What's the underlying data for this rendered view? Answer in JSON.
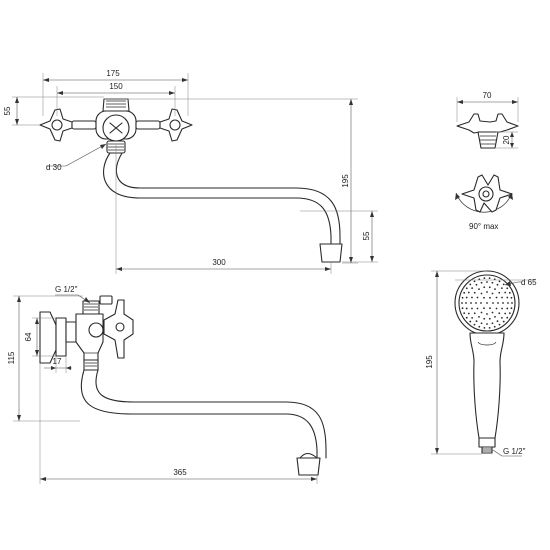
{
  "dimensions": {
    "top_width_outer": "175",
    "top_width_inner": "150",
    "top_height_left": "55",
    "top_flange_dia": "d 30",
    "top_height_right": "195",
    "top_spout_drop": "55",
    "top_spout_length": "300",
    "handle_width": "70",
    "handle_height": "20",
    "handle_rotation": "90° max",
    "side_thread": "G 1/2\"",
    "side_height_64": "64",
    "side_height_115": "115",
    "side_offset_17": "17",
    "side_spout_length": "365",
    "shower_head_dia": "d 65",
    "shower_length": "195",
    "shower_thread": "G 1/2\""
  }
}
